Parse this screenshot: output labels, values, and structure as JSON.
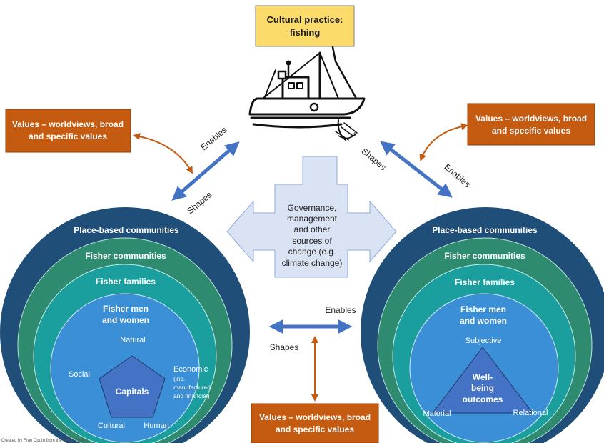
{
  "title_box": {
    "line1": "Cultural practice:",
    "line2": "fishing",
    "fill": "#fbdc6a"
  },
  "boat_asterisk": "*",
  "values_box": {
    "line1": "Values – worldviews, broad",
    "line2": "and specific values",
    "fill": "#c55a11"
  },
  "governance_box": {
    "lines": [
      "Governance,",
      "management",
      "and other",
      "sources of",
      "change (e.g.",
      "climate change)"
    ],
    "fill": "#dae3f3"
  },
  "arrows": {
    "enables": "Enables",
    "shapes": "Shapes"
  },
  "left_rings": {
    "place": "Place-based communities",
    "communities": "Fisher communities",
    "families": "Fisher families",
    "men_women": [
      "Fisher men",
      "and women"
    ],
    "centre": "Capitals",
    "vertices": {
      "natural": "Natural",
      "social": "Social",
      "economic": [
        "Economic",
        "(inc.",
        "manufactured",
        "and financial)"
      ],
      "cultural": "Cultural",
      "human": "Human"
    }
  },
  "right_rings": {
    "place": "Place-based communities",
    "communities": "Fisher communities",
    "families": "Fisher families",
    "men_women": [
      "Fisher men",
      "and women"
    ],
    "centre": [
      "Well-",
      "being",
      "outcomes"
    ],
    "vertices": {
      "subjective": "Subjective",
      "material": "Material",
      "relational": "Relational"
    }
  },
  "credit": "Created by Fran Couto from the Noun Project",
  "colors": {
    "ring_place": "#1f4e79",
    "ring_communities": "#2e8b6f",
    "ring_families": "#1a9e9e",
    "ring_individual": "#3a8fd6",
    "shape_fill": "#4472c4",
    "arrow_blue": "#4472c4",
    "arrow_orange": "#c55a11"
  }
}
